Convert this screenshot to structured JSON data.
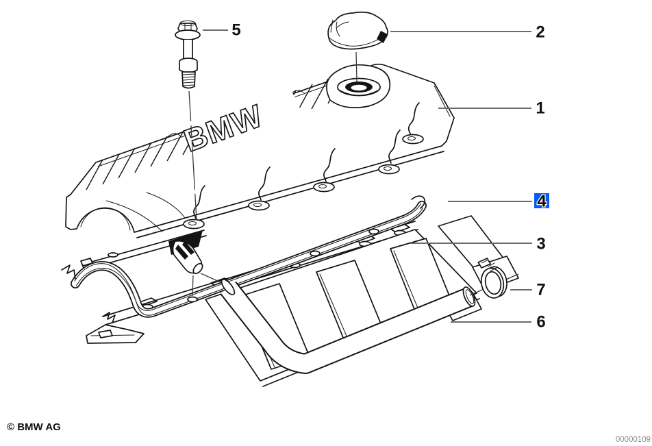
{
  "diagram": {
    "cover_embossed_text": "BMW",
    "callouts": {
      "c1": {
        "label": "1"
      },
      "c2": {
        "label": "2"
      },
      "c3": {
        "label": "3"
      },
      "c4": {
        "label": "4",
        "highlighted": true
      },
      "c5": {
        "label": "5"
      },
      "c6": {
        "label": "6"
      },
      "c7": {
        "label": "7"
      }
    },
    "colors": {
      "line": "#141414",
      "leader": "#6b6b6b",
      "highlight": "#0a5af0",
      "page_code_text": "#8c8c8c"
    }
  },
  "footer": {
    "copyright": "© BMW AG",
    "diagram_number": "00000109"
  }
}
